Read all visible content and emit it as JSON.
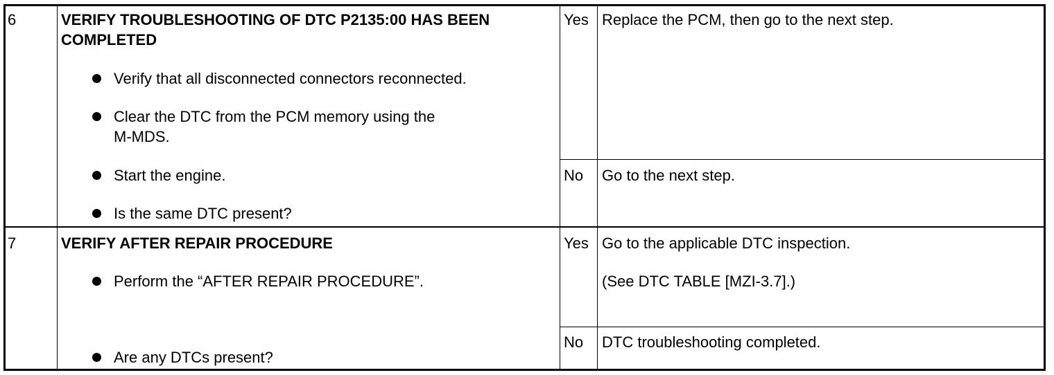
{
  "rows": [
    {
      "step": "6",
      "title_line1": "VERIFY TROUBLESHOOTING OF DTC P2135:00 HAS BEEN",
      "title_line2": "COMPLETED",
      "bullets": [
        [
          "Verify that all disconnected connectors reconnected."
        ],
        [
          "Clear the DTC from the PCM memory using the",
          "M-MDS."
        ],
        [
          "Start the engine."
        ],
        [
          "Is the same DTC present?"
        ]
      ],
      "results": [
        {
          "answer": "Yes",
          "action": [
            "Replace the PCM, then go to the next step."
          ]
        },
        {
          "answer": "No",
          "action": [
            "Go to the next step."
          ]
        }
      ]
    },
    {
      "step": "7",
      "title_line1": "VERIFY AFTER REPAIR PROCEDURE",
      "bullets": [
        [
          "Perform the “AFTER REPAIR PROCEDURE”."
        ],
        [
          "Are any DTCs present?"
        ]
      ],
      "results": [
        {
          "answer": "Yes",
          "action": [
            "Go to the applicable DTC inspection.",
            "(See DTC TABLE [MZI-3.7].)"
          ]
        },
        {
          "answer": "No",
          "action": [
            "DTC troubleshooting completed."
          ]
        }
      ]
    }
  ]
}
